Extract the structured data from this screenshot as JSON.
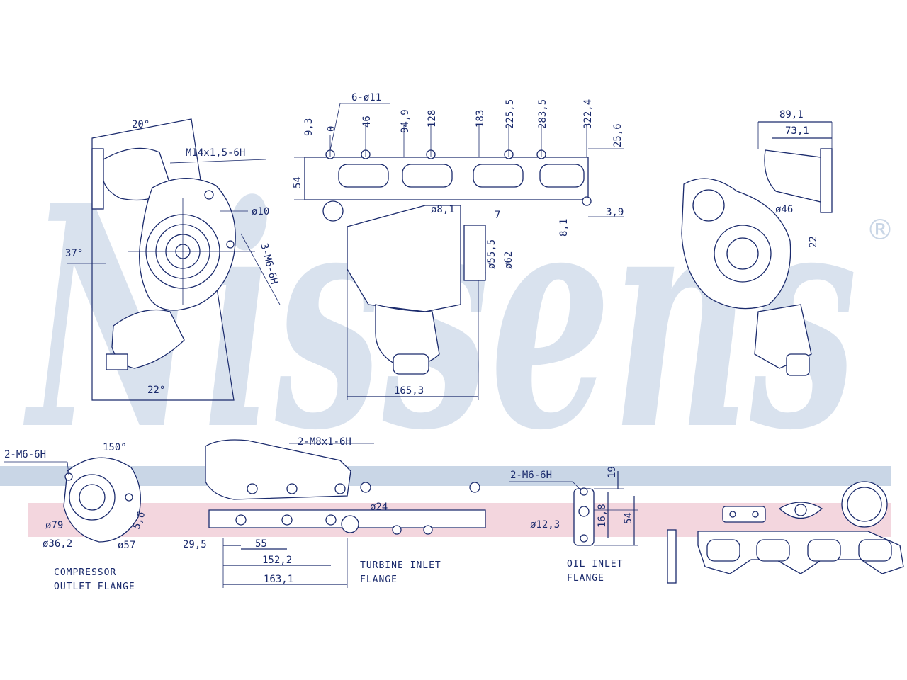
{
  "brand": {
    "watermark": "Nissens",
    "registered": "®",
    "band_blue": "#c9d6e6",
    "band_red": "#f3d6de",
    "ink": "#1a2a6c"
  },
  "top_left_view": {
    "angle_top": "20°",
    "thread": "M14x1,5-6H",
    "hole": "ø10",
    "angle_left": "37°",
    "thread_side": "3-M6-6H",
    "angle_bottom": "22°"
  },
  "top_center_view": {
    "holes": "6-ø11",
    "positions": [
      "0",
      "46",
      "94,9",
      "128",
      "183",
      "225,5",
      "283,5",
      "322,4"
    ],
    "height_a": "9,3",
    "height_b": "54",
    "right_h": "25,6",
    "stud": "ø8,1",
    "offset": "7",
    "offset_b": "3,9",
    "height_c": "8,1",
    "dia_a": "ø55,5",
    "dia_b": "ø62",
    "width": "165,3"
  },
  "top_right_view": {
    "w1": "89,1",
    "w2": "73,1",
    "hole": "ø46",
    "h": "22"
  },
  "compressor_flange": {
    "thread": "2-M6-6H",
    "angle": "150°",
    "d1": "ø79",
    "d2": "ø36,2",
    "d3": "ø57",
    "off": "5,6",
    "caption1": "COMPRESSOR",
    "caption2": "OUTLET FLANGE"
  },
  "turbine_flange": {
    "thread": "2-M8x1-6H",
    "hole": "ø24",
    "d1": "29,5",
    "d2": "55",
    "d3": "152,2",
    "d4": "163,1",
    "caption1": "TURBINE INLET",
    "caption2": "FLANGE"
  },
  "oil_flange": {
    "thread": "2-M6-6H",
    "hole": "ø12,3",
    "h1": "19",
    "h2": "16,8",
    "h3": "54",
    "caption1": "OIL INLET",
    "caption2": "FLANGE"
  }
}
